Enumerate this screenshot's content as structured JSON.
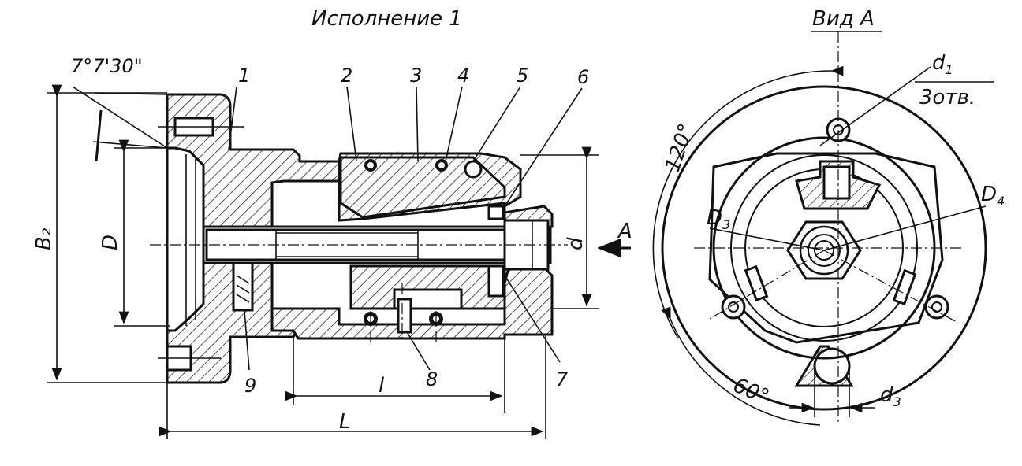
{
  "drawing": {
    "title_left": "Исполнение 1",
    "title_right": "Вид А",
    "angle_label": "7°7'30\"",
    "part_numbers": [
      "1",
      "2",
      "3",
      "4",
      "5",
      "6",
      "7",
      "8",
      "9"
    ],
    "dim_B2": "B₂",
    "dim_D": "D",
    "dim_d": "d",
    "dim_l": "l",
    "dim_L": "L",
    "view_arrow": "A",
    "angle_120": "120°",
    "angle_60": "60°",
    "dim_d1": "d",
    "dim_d1_sub": "1",
    "holes_note": "3отв.",
    "dim_D3": "D",
    "dim_D3_sub": "3",
    "dim_D4": "D",
    "dim_D4_sub": "4",
    "dim_d3": "d",
    "dim_d3_sub": "3"
  }
}
